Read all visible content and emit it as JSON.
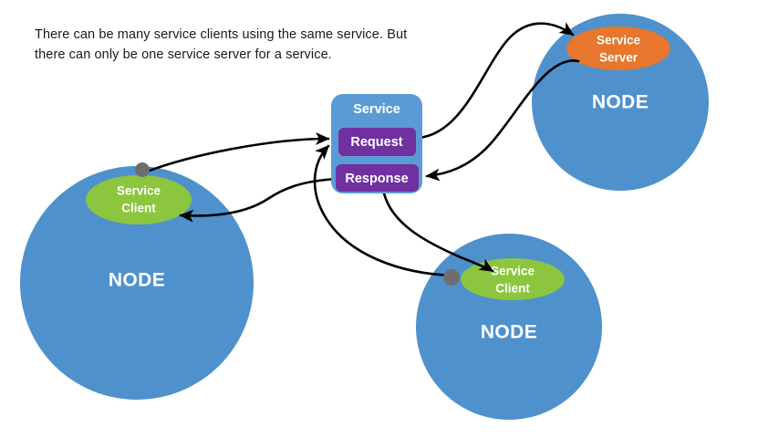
{
  "caption": {
    "line1": "There can be many service clients using the same service. But",
    "line2": "there can only be one service server for a service."
  },
  "service_box": {
    "title": "Service",
    "operations": [
      {
        "label": "Request",
        "name": "request"
      },
      {
        "label": "Response",
        "name": "response"
      }
    ]
  },
  "nodes": [
    {
      "id": "node-server",
      "label": "NODE",
      "role_label_line1": "Service",
      "role_label_line2": "Server",
      "role": "server"
    },
    {
      "id": "node-client-left",
      "label": "NODE",
      "role_label_line1": "Service",
      "role_label_line2": "Client",
      "role": "client"
    },
    {
      "id": "node-client-bottom",
      "label": "NODE",
      "role_label_line1": "Service",
      "role_label_line2": "Client",
      "role": "client"
    }
  ],
  "connections": [
    {
      "name": "client-left-to-request",
      "from": "node-client-left",
      "to": "request"
    },
    {
      "name": "client-bottom-to-request",
      "from": "node-client-bottom",
      "to": "request"
    },
    {
      "name": "request-to-server",
      "from": "request",
      "to": "node-server"
    },
    {
      "name": "server-to-response",
      "from": "node-server",
      "to": "response"
    },
    {
      "name": "response-to-client-left",
      "from": "response",
      "to": "node-client-left"
    },
    {
      "name": "response-to-client-bottom",
      "from": "response",
      "to": "node-client-bottom"
    }
  ],
  "colors": {
    "node_blue": "#4F91CD",
    "service_box_blue": "#5B9BD5",
    "operation_purple": "#7030A0",
    "client_green": "#8CC63F",
    "server_orange": "#E8762C",
    "connector_dot_gray": "#6E6E6E",
    "arrow_black": "#000000",
    "text_white": "#FFFFFF",
    "caption_text": "#1A1A1A",
    "background": "#FFFFFF"
  }
}
